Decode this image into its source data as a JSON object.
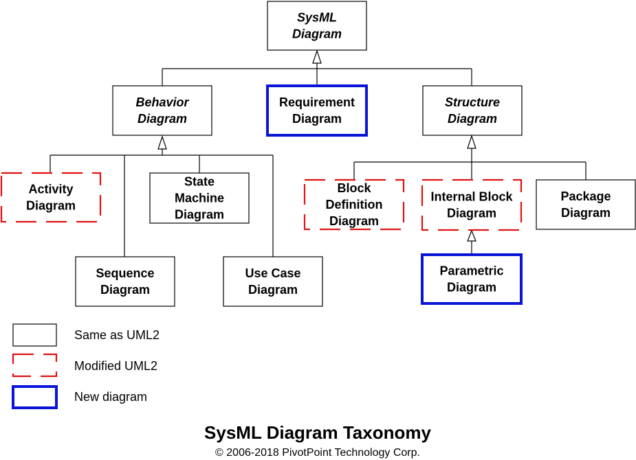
{
  "diagram": {
    "nodes": {
      "sysml": {
        "lines": [
          "SysML",
          "Diagram"
        ],
        "italic": true,
        "kind": "same"
      },
      "behavior": {
        "lines": [
          "Behavior",
          "Diagram"
        ],
        "italic": true,
        "kind": "same"
      },
      "requirement": {
        "lines": [
          "Requirement",
          "Diagram"
        ],
        "italic": false,
        "kind": "new"
      },
      "structure": {
        "lines": [
          "Structure",
          "Diagram"
        ],
        "italic": true,
        "kind": "same"
      },
      "activity": {
        "lines": [
          "Activity",
          "Diagram"
        ],
        "italic": false,
        "kind": "modified"
      },
      "state": {
        "lines": [
          "State",
          "Machine",
          "Diagram"
        ],
        "italic": false,
        "kind": "same"
      },
      "sequence": {
        "lines": [
          "Sequence",
          "Diagram"
        ],
        "italic": false,
        "kind": "same"
      },
      "usecase": {
        "lines": [
          "Use Case",
          "Diagram"
        ],
        "italic": false,
        "kind": "same"
      },
      "bdd": {
        "lines": [
          "Block",
          "Definition",
          "Diagram"
        ],
        "italic": false,
        "kind": "modified"
      },
      "ibd": {
        "lines": [
          "Internal Block",
          "Diagram"
        ],
        "italic": false,
        "kind": "modified"
      },
      "package": {
        "lines": [
          "Package",
          "Diagram"
        ],
        "italic": false,
        "kind": "same"
      },
      "parametric": {
        "lines": [
          "Parametric",
          "Diagram"
        ],
        "italic": false,
        "kind": "new"
      }
    }
  },
  "legend": {
    "same": "Same as UML2",
    "modified": "Modified UML2",
    "new": "New diagram"
  },
  "footer": {
    "title": "SysML Diagram Taxonomy",
    "copyright": "© 2006-2018 PivotPoint Technology Corp."
  },
  "colors": {
    "same": "#000000",
    "modified": "#e01010",
    "new": "#0a14d8"
  }
}
